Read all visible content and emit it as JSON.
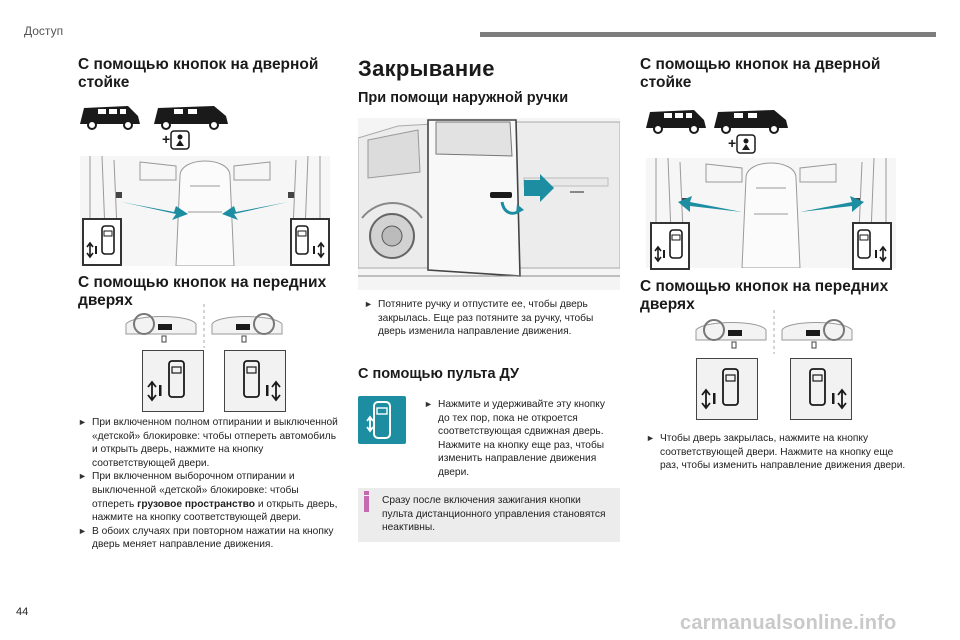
{
  "header": {
    "section": "Доступ"
  },
  "left_column": {
    "heading_pillar": "С помощью кнопок на дверной стойке",
    "heading_front_doors": "С помощью кнопок на передних дверях",
    "bullets": [
      "При включенном полном отпирании и выключенной «детской» блокировке: чтобы отпереть автомобиль и открыть дверь, нажмите на кнопку соответствующей двери.",
      "При включенном выборочном отпирании и выключенной «детской» блокировке: чтобы отпереть",
      "В обоих случаях при повторном нажатии на кнопку дверь меняет направление движения."
    ],
    "bullet2_bold": "грузовое пространство",
    "bullet2_tail": " и открыть дверь, нажмите на кнопку соответствующей двери."
  },
  "middle_column": {
    "title": "Закрывание",
    "heading_handle": "При помощи наружной ручки",
    "handle_bullet": "Потяните ручку и отпустите ее, чтобы дверь закрылась. Еще раз потяните за ручку, чтобы дверь изменила направление движения.",
    "heading_remote": "С помощью пульта ДУ",
    "remote_bullet": "Нажмите и удерживайте эту кнопку до тех пор, пока не откроется соответствующая сдвижная дверь. Нажмите на кнопку еще раз, чтобы изменить направление движения двери.",
    "note": "Сразу после включения зажигания кнопки пульта дистанционного управления становятся неактивны."
  },
  "right_column": {
    "heading_pillar": "С помощью кнопок на дверной стойке",
    "heading_front_doors": "С помощью кнопок на передних дверях",
    "bullet": "Чтобы дверь закрылась, нажмите на кнопку соответствующей двери. Нажмите на кнопку еще раз, чтобы изменить направление движения двери."
  },
  "footer": {
    "page_number": "44",
    "watermark": "carmanualsonline.info"
  },
  "icons": {
    "bullet": "bullet-triangle-icon",
    "door_button": "sliding-door-button-icon",
    "child_lock": "child-lock-icon",
    "info": "info-icon",
    "remote": "remote-key-icon"
  },
  "colors": {
    "accent_teal": "#1d8da1",
    "info_pink": "#c56ab1",
    "note_bg": "#ececec"
  }
}
